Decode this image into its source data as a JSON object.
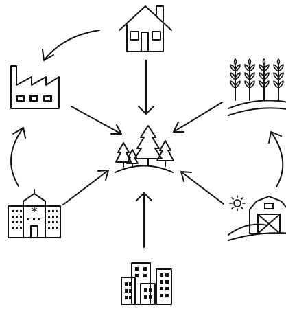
{
  "colors": {
    "stroke": "#111111",
    "background": "#ffffff"
  },
  "diagram": {
    "center": {
      "icon": "forest-hill-icon"
    },
    "nodes": [
      {
        "id": "house",
        "icon": "house-icon"
      },
      {
        "id": "factory",
        "icon": "factory-icon"
      },
      {
        "id": "wheat-field",
        "icon": "wheat-field-icon"
      },
      {
        "id": "school",
        "icon": "school-icon"
      },
      {
        "id": "barn",
        "icon": "barn-icon"
      },
      {
        "id": "city",
        "icon": "city-buildings-icon"
      }
    ],
    "arrows": [
      {
        "from": "house",
        "to": "forest",
        "icon": "arrow-icon"
      },
      {
        "from": "factory",
        "to": "forest",
        "icon": "arrow-icon"
      },
      {
        "from": "wheat-field",
        "to": "forest",
        "icon": "arrow-icon"
      },
      {
        "from": "school",
        "to": "forest",
        "icon": "arrow-icon"
      },
      {
        "from": "barn",
        "to": "forest",
        "icon": "arrow-icon"
      },
      {
        "from": "city",
        "to": "forest",
        "icon": "arrow-icon"
      },
      {
        "from": "house",
        "to": "factory",
        "icon": "curved-arrow-icon"
      },
      {
        "from": "school",
        "to": "factory",
        "icon": "curved-arrow-icon"
      },
      {
        "from": "barn",
        "to": "wheat-field",
        "icon": "curved-arrow-icon"
      }
    ]
  }
}
